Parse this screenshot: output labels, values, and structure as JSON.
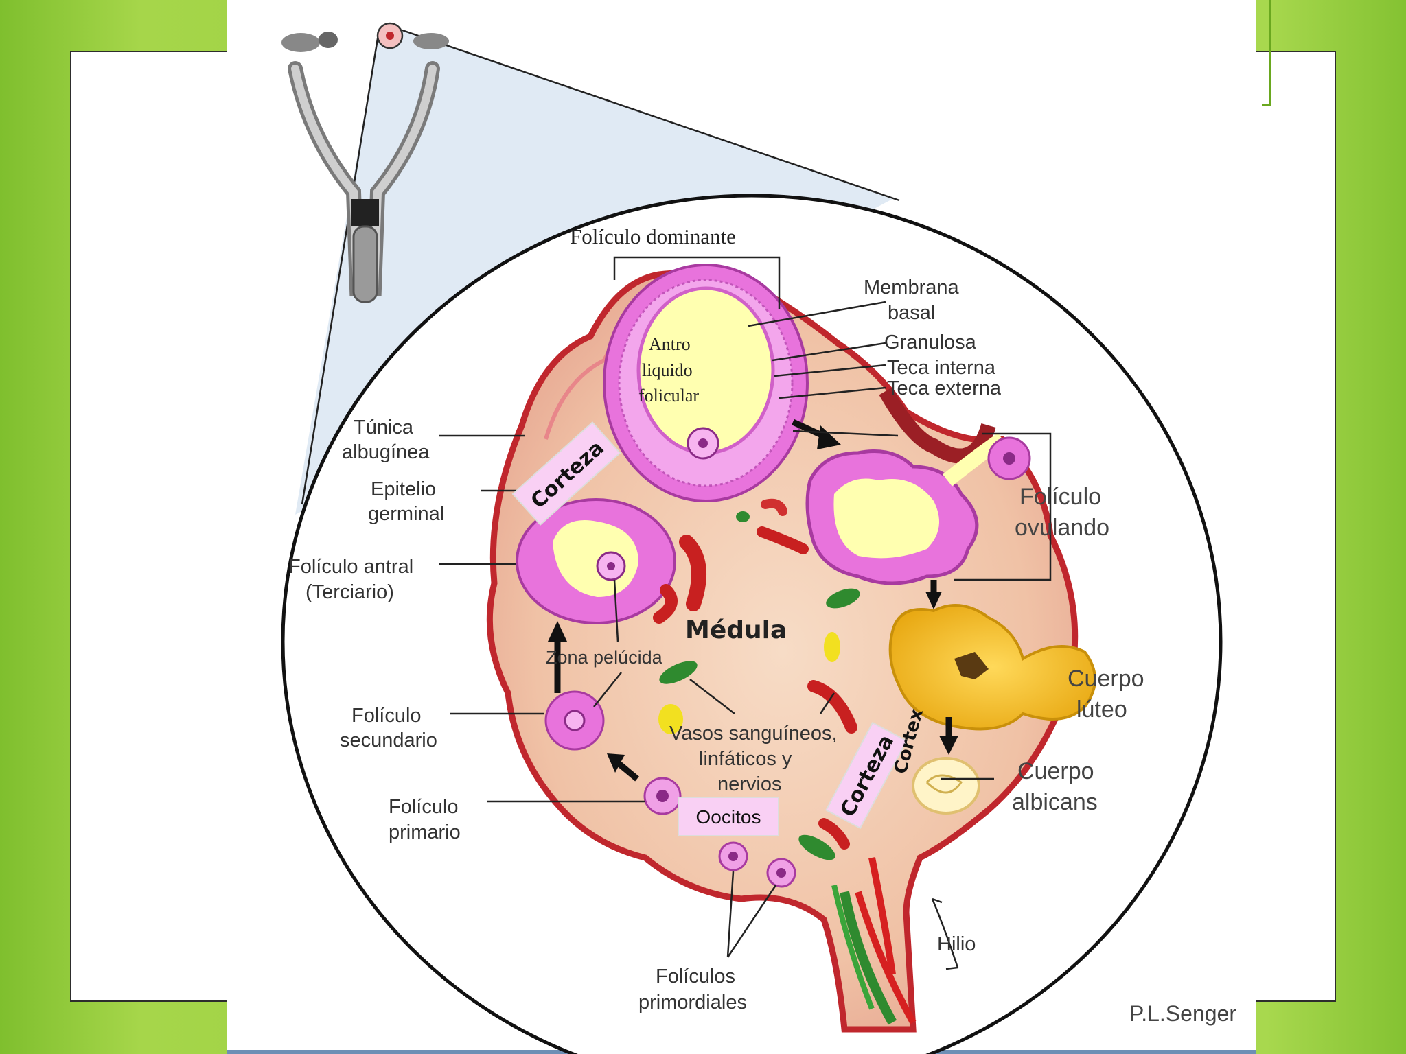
{
  "labels": {
    "foliculo_dominante": "Folículo dominante",
    "membrana_basal_1": "Membrana",
    "membrana_basal_2": "basal",
    "granulosa": "Granulosa",
    "teca_interna": "Teca interna",
    "teca_externa": "Teca externa",
    "antro_1": "Antro",
    "antro_2": "liquido",
    "antro_3": "folicular",
    "tunica_1": "Túnica",
    "tunica_2": "albugínea",
    "epitelio_1": "Epitelio",
    "epitelio_2": "germinal",
    "antral_1": "Folículo antral",
    "antral_2": "(Terciario)",
    "corteza_top": "Corteza",
    "corteza_bottom": "Corteza",
    "cortex": "Cortex",
    "medula": "Médula",
    "zona_pelucida": "Zona pelúcida",
    "ovulando_1": "Folículo",
    "ovulando_2": "ovulando",
    "cuerpo_luteo_1": "Cuerpo",
    "cuerpo_luteo_2": "lúteo",
    "albicans_1": "Cuerpo",
    "albicans_2": "albicans",
    "secundario_1": "Folículo",
    "secundario_2": "secundario",
    "primario_1": "Folículo",
    "primario_2": "primario",
    "vasos_1": "Vasos sanguíneos,",
    "vasos_2": "linfáticos y",
    "vasos_3": "nervios",
    "oocitos": "Oocitos",
    "hilio": "Hilio",
    "primordiales_1": "Folículos",
    "primordiales_2": "primordiales",
    "credit": "P.L.Senger"
  },
  "colors": {
    "slide_green": "#8fc63c",
    "ovary_tissue": "#f1c4a8",
    "ovary_edge": "#c0272d",
    "follicle_pink": "#e06ad6",
    "antrum_yellow": "#ffffb0",
    "tag_pink": "#f9d0f4",
    "luteum_yellow": "#f0b81a"
  }
}
